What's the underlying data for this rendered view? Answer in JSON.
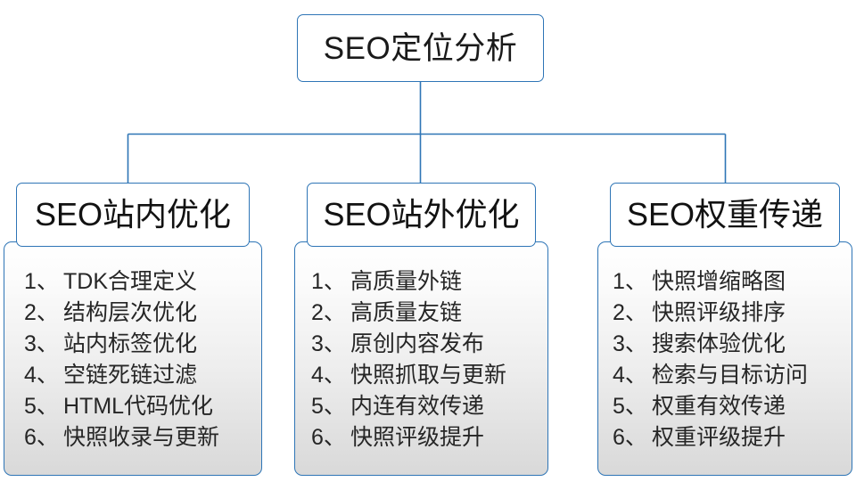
{
  "diagram": {
    "type": "org-tree",
    "accent_color": "#2e75b6",
    "text_color": "#1a1a1a",
    "panel_gradient": [
      "#ffffff",
      "#d9d9d9"
    ],
    "root": {
      "label": "SEO定位分析"
    },
    "branches": [
      {
        "header": "SEO站内优化",
        "items": [
          {
            "num": "1、",
            "text": "TDK合理定义"
          },
          {
            "num": "2、",
            "text": "结构层次优化"
          },
          {
            "num": "3、",
            "text": "站内标签优化"
          },
          {
            "num": "4、",
            "text": "空链死链过滤"
          },
          {
            "num": "5、",
            "text": "HTML代码优化"
          },
          {
            "num": "6、",
            "text": "快照收录与更新"
          }
        ]
      },
      {
        "header": "SEO站外优化",
        "items": [
          {
            "num": "1、",
            "text": "高质量外链"
          },
          {
            "num": "2、",
            "text": "高质量友链"
          },
          {
            "num": "3、",
            "text": "原创内容发布"
          },
          {
            "num": "4、",
            "text": "快照抓取与更新"
          },
          {
            "num": "5、",
            "text": "内连有效传递"
          },
          {
            "num": "6、",
            "text": "快照评级提升"
          }
        ]
      },
      {
        "header": "SEO权重传递",
        "items": [
          {
            "num": "1、",
            "text": "快照增缩略图"
          },
          {
            "num": "2、",
            "text": "快照评级排序"
          },
          {
            "num": "3、",
            "text": "搜索体验优化"
          },
          {
            "num": "4、",
            "text": "检索与目标访问"
          },
          {
            "num": "5、",
            "text": "权重有效传递"
          },
          {
            "num": "6、",
            "text": "权重评级提升"
          }
        ]
      }
    ]
  }
}
